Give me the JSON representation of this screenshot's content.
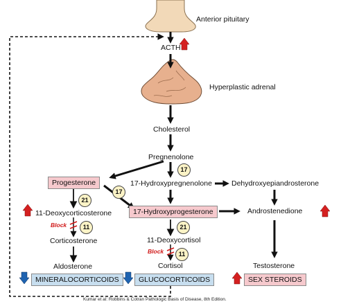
{
  "nodes": {
    "anterior_pituitary": "Anterior pituitary",
    "acth": "ACTH",
    "hyperplastic_adrenal": "Hyperplastic adrenal",
    "cholesterol": "Cholesterol",
    "pregnenolone": "Pregnenolone",
    "hydroxypregnenolone": "17-Hydroxypregnenolone",
    "dehydroepiandrosterone": "Dehydroxyepiandrosterone",
    "progesterone": "Progesterone",
    "deoxycorticosterone": "11-Deoxycorticosterone",
    "hydroxyprogesterone": "17-Hydroxyprogesterone",
    "androstenedione": "Androstenedione",
    "corticosterone": "Corticosterone",
    "deoxycortisol": "11-Deoxycortisol",
    "aldosterone": "Aldosterone",
    "cortisol": "Cortisol",
    "testosterone": "Testosterone"
  },
  "outputs": {
    "mineralocorticoids": "MINERALOCORTICOIDS",
    "glucocorticoids": "GLUCOCORTICOIDS",
    "sex_steroids": "SEX STEROIDS"
  },
  "enzymes": {
    "e17_top": "17",
    "e17_mid": "17",
    "e21_left": "21",
    "e11_left": "11",
    "e21_center": "21",
    "e11_center": "11"
  },
  "blocks": {
    "left": "Block",
    "center": "Block"
  },
  "credit": "Kumar et al: Robbins & Cotran Pathologic Basis of Disease, 8th Edition.",
  "colors": {
    "increase": "#d42020",
    "decrease": "#1f63b0",
    "box_pink": "#f6c9cd",
    "box_blue": "#c7deef",
    "adrenal": "#e7b08e"
  }
}
